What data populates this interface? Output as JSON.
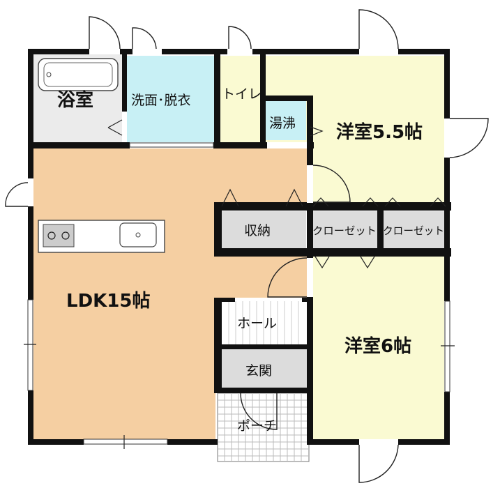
{
  "floor_plan": {
    "rooms": {
      "bath": "浴室",
      "washroom": "洗面･脱衣",
      "toilet": "トイレ",
      "water_heater": "湯沸",
      "bedroom_1": "洋室5.5帖",
      "ldk": "LDK15帖",
      "storage": "収納",
      "closet_1": "クローゼット",
      "closet_2": "クローゼット",
      "hall": "ホール",
      "entrance": "玄関",
      "porch": "ポーチ",
      "bedroom_2": "洋室6帖"
    },
    "colors": {
      "ldk": "#f5cfa2",
      "bedroom": "#fafad2",
      "washroom": "#c8f0f5",
      "bath": "#ebebeb",
      "storage": "#dcdcdc",
      "wall": "#111111"
    }
  }
}
